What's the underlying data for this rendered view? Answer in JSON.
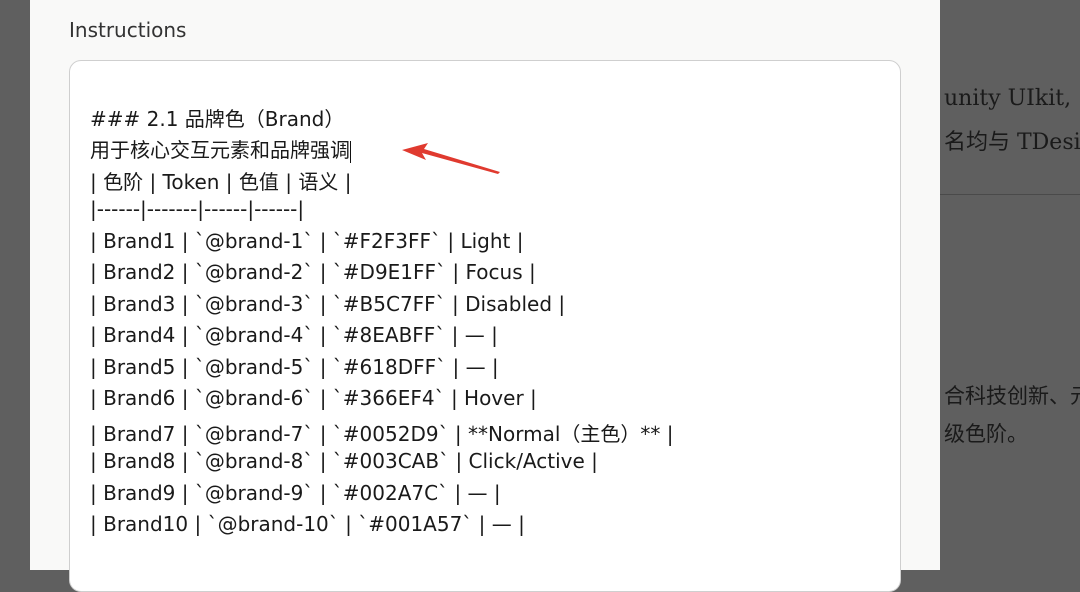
{
  "background": {
    "lines": [
      "unity UIkit,",
      "名均与 TDesig",
      "合科技创新、元",
      "级色阶。"
    ]
  },
  "modal": {
    "label": "Instructions",
    "textarea": {
      "lines": [
        "### 2.1 品牌色（Brand）",
        "用于核心交互元素和品牌强调",
        "| 色阶 | Token | 色值 | 语义 |",
        "|------|-------|------|------|",
        "| Brand1 | `@brand-1` | `#F2F3FF` | Light |",
        "| Brand2 | `@brand-2` | `#D9E1FF` | Focus |",
        "| Brand3 | `@brand-3` | `#B5C7FF` | Disabled |",
        "| Brand4 | `@brand-4` | `#8EABFF` | — |",
        "| Brand5 | `@brand-5` | `#618DFF` | — |",
        "| Brand6 | `@brand-6` | `#366EF4` | Hover |",
        "| Brand7 | `@brand-7` | `#0052D9` | **Normal（主色）** |",
        "| Brand8 | `@brand-8` | `#003CAB` | Click/Active |",
        "| Brand9 | `@brand-9` | `#002A7C` | — |",
        "| Brand10 | `@brand-10` | `#001A57` | — |"
      ]
    }
  },
  "annotation_color": "#e03a2f"
}
